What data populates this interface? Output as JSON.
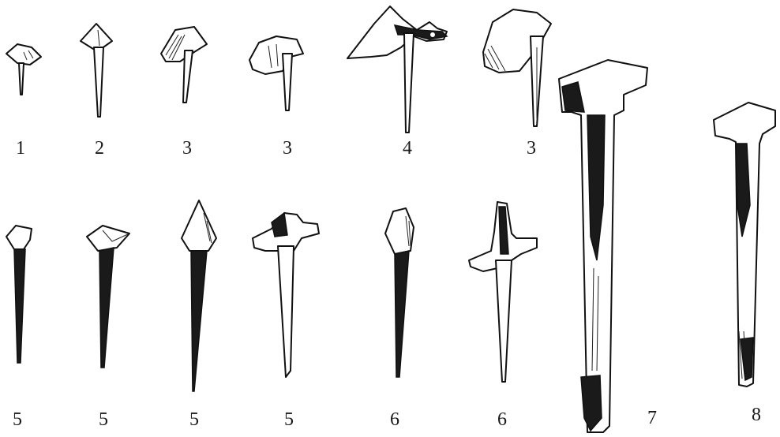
{
  "figure": {
    "labels": [
      {
        "id": "n1",
        "text": "1"
      },
      {
        "id": "n2",
        "text": "2"
      },
      {
        "id": "n3a",
        "text": "3"
      },
      {
        "id": "n3b",
        "text": "3"
      },
      {
        "id": "n4",
        "text": "4"
      },
      {
        "id": "n3c",
        "text": "3"
      },
      {
        "id": "n5a",
        "text": "5"
      },
      {
        "id": "n5b",
        "text": "5"
      },
      {
        "id": "n5c",
        "text": "5"
      },
      {
        "id": "n5d",
        "text": "5"
      },
      {
        "id": "n6a",
        "text": "6"
      },
      {
        "id": "n6b",
        "text": "6"
      },
      {
        "id": "n7",
        "text": "7"
      },
      {
        "id": "n8",
        "text": "8"
      }
    ]
  }
}
